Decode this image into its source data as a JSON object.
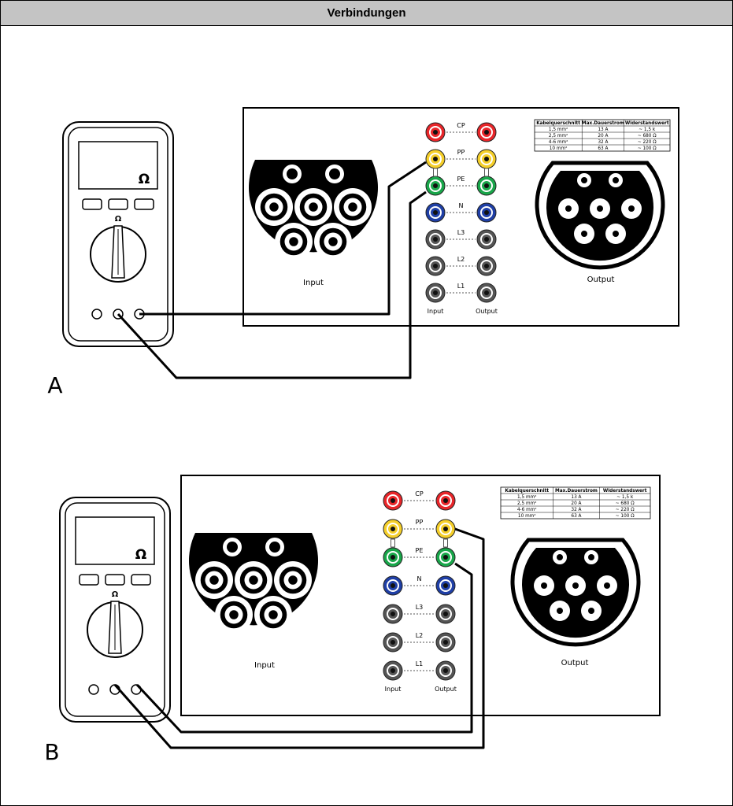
{
  "header": {
    "title": "Verbindungen"
  },
  "jack_colors": {
    "CP": "#e8262a",
    "PP": "#f5cf2a",
    "PE": "#19a64a",
    "N": "#1f3fa6",
    "L3": "#555555",
    "L2": "#555555",
    "L1": "#555555"
  },
  "panels": [
    {
      "letter": "A",
      "multimeter": {
        "symbol": "Ω",
        "dial_symbol": "Ω"
      },
      "jack_labels": [
        "CP",
        "PP",
        "PE",
        "N",
        "L3",
        "L2",
        "L1"
      ],
      "input_label": "Input",
      "output_label": "Output",
      "column_input_label": "Input",
      "column_output_label": "Output",
      "table": {
        "headers": [
          "Kabelquerschnitt",
          "Max.Dauerstrom",
          "Widerstandswert"
        ],
        "rows": [
          [
            "1,5 mm²",
            "13 A",
            "~ 1,5 k"
          ],
          [
            "2,5 mm²",
            "20 A",
            "~ 680 Ω"
          ],
          [
            "4-6 mm²",
            "32 A",
            "~ 220 Ω"
          ],
          [
            "10 mm²",
            "63 A",
            "~ 100 Ω"
          ]
        ]
      }
    },
    {
      "letter": "B",
      "multimeter": {
        "symbol": "Ω",
        "dial_symbol": "Ω"
      },
      "jack_labels": [
        "CP",
        "PP",
        "PE",
        "N",
        "L3",
        "L2",
        "L1"
      ],
      "input_label": "Input",
      "output_label": "Output",
      "column_input_label": "Input",
      "column_output_label": "Output",
      "table": {
        "headers": [
          "Kabelquerschnitt",
          "Max.Dauerstrom",
          "Widerstandswert"
        ],
        "rows": [
          [
            "1,5 mm²",
            "13 A",
            "~ 1,5 k"
          ],
          [
            "2,5 mm²",
            "20 A",
            "~ 680 Ω"
          ],
          [
            "4-6 mm²",
            "32 A",
            "~ 220 Ω"
          ],
          [
            "10 mm²",
            "63 A",
            "~ 100 Ω"
          ]
        ]
      }
    }
  ]
}
